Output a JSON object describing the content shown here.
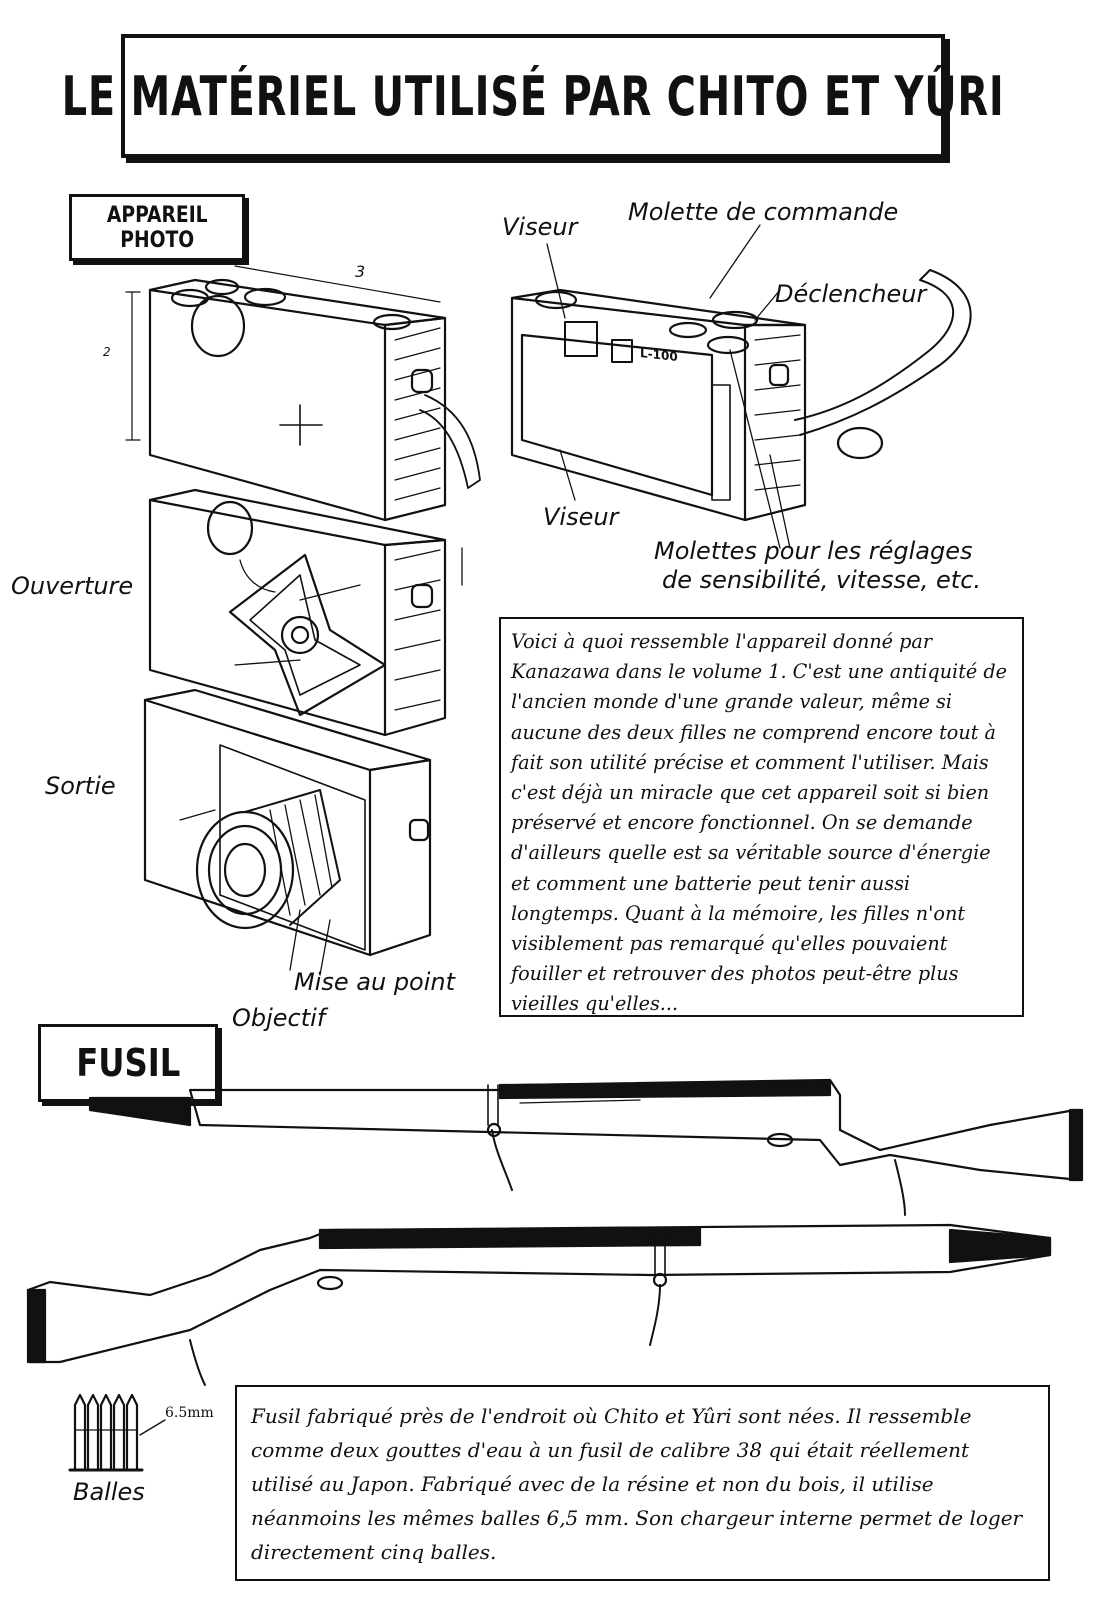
{
  "title": "LE MATÉRIEL UTILISÉ PAR CHITO ET YÛRI",
  "camera": {
    "section_line1": "APPAREIL",
    "section_line2": "PHOTO",
    "dim_3": "3",
    "dim_2": "2",
    "labels": {
      "viseur_top": "Viseur",
      "molette_commande": "Molette de commande",
      "declencheur": "Déclencheur",
      "viseur_bottom": "Viseur",
      "molettes_line1": "Molettes pour les réglages",
      "molettes_line2": "de sensibilité, vitesse, etc.",
      "ouverture": "Ouverture",
      "sortie": "Sortie",
      "mise_au_point": "Mise au point",
      "objectif": "Objectif",
      "model": "L-100"
    },
    "description": "Voici à quoi ressemble l'appareil donné par Kanazawa dans le volume 1. C'est une antiquité de l'ancien monde d'une grande valeur, même si aucune des deux filles ne comprend encore tout à fait son utilité précise et comment l'utiliser. Mais c'est déjà un miracle que cet appareil soit si bien préservé et encore fonctionnel. On se demande d'ailleurs quelle est sa véritable source d'énergie et comment une batterie peut tenir aussi longtemps. Quant à la mémoire, les filles n'ont visiblement pas remarqué qu'elles pouvaient fouiller et retrouver des photos peut-être plus vieilles qu'elles..."
  },
  "rifle": {
    "section": "FUSIL",
    "bullets_label": "Balles",
    "caliber_note": "6.5mm",
    "description": "Fusil fabriqué près de l'endroit où Chito et Yûri sont nées. Il ressemble comme deux gouttes d'eau à un fusil de calibre 38 qui était réellement utilisé au Japon. Fabriqué avec de la résine et non du bois, il utilise néanmoins les mêmes balles 6,5 mm. Son chargeur interne permet de loger directement cinq balles."
  }
}
